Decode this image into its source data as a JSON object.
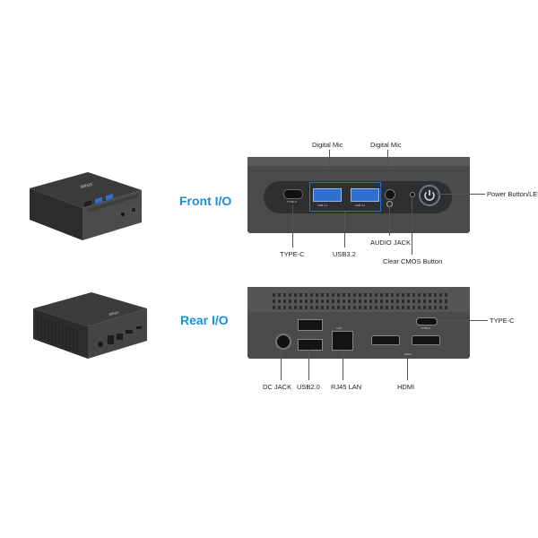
{
  "sections": {
    "front": {
      "title": "Front I/O"
    },
    "rear": {
      "title": "Rear I/O"
    }
  },
  "front_labels": {
    "digital_mic_1": "Digital Mic",
    "digital_mic_2": "Digital Mic",
    "power_button": "Power Button/LED",
    "type_c": "TYPE-C",
    "usb32": "USB3.2",
    "audio_jack": "AUDIO JACK",
    "clear_cmos": "Clear CMOS Button"
  },
  "front_port_marks": {
    "type_c": "TYPE-C",
    "usb_a": "USB 3.2",
    "usb_b": "USB 3.2"
  },
  "rear_labels": {
    "type_c": "TYPE-C",
    "dc_jack": "DC JACK",
    "usb20": "USB2.0",
    "rj45": "RJ45 LAN",
    "hdmi": "HDMI"
  },
  "rear_port_marks": {
    "lan": "LAN",
    "hdmi": "HDMI",
    "type_c": "TYPE-C"
  },
  "device_brand": "MINIX",
  "colors": {
    "accent": "#1a8fd6",
    "usb_blue": "#2f6fd0",
    "chassis": "#4a4b4d"
  }
}
